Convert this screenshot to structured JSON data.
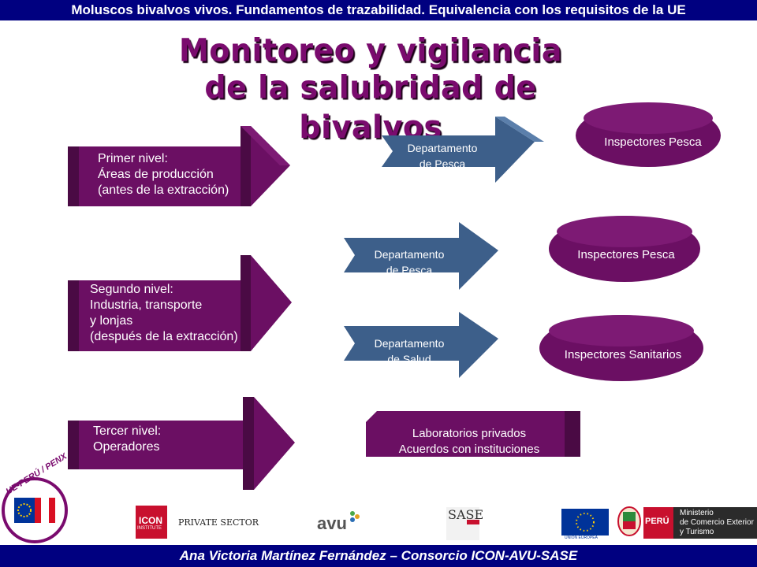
{
  "header": {
    "banner": "Moluscos bivalvos vivos. Fundamentos de trazabilidad. Equivalencia con los requisitos de la UE"
  },
  "title": {
    "line1": "Monitoreo y vigilancia",
    "line2": "de la salubridad de bivalvos"
  },
  "levels": [
    {
      "lines": [
        "Primer nivel:",
        "Áreas de producción",
        "(antes de la extracción)"
      ]
    },
    {
      "lines": [
        "Segundo nivel:",
        "Industria, transporte",
        "y lonjas",
        "(después de la extracción)"
      ]
    },
    {
      "lines": [
        "Tercer nivel:",
        "Operadores"
      ]
    }
  ],
  "departments": [
    {
      "line1": "Departamento",
      "line2": "de Pesca"
    },
    {
      "line1": "Departamento",
      "line2": "de Pesca"
    },
    {
      "line1": "Departamento",
      "line2": "de Salud"
    }
  ],
  "inspectors": [
    "Inspectores Pesca",
    "Inspectores Pesca",
    "Inspectores Sanitarios"
  ],
  "laboratories": {
    "line1": "Laboratorios privados",
    "line2": "Acuerdos con instituciones"
  },
  "logos": {
    "uepenx": "UE-PERÚ / PENX",
    "icon": "ICON",
    "icon_sub": "INSTITUTE",
    "private_sector": "PRIVATE SECTOR",
    "avu": "avu",
    "sase": "SASE",
    "eu": "UNIÓN EUROPEA",
    "peru": "PERÚ",
    "ministry": [
      "Ministerio",
      "de Comercio Exterior",
      "y Turismo"
    ]
  },
  "footer": {
    "author": "Ana Victoria Martínez Fernández – Consorcio ICON-AVU-SASE"
  },
  "colors": {
    "purple": "#6b0f63",
    "purple_dark": "#3f0a3a",
    "blue": "#3d5f8a",
    "navy": "#000080"
  }
}
